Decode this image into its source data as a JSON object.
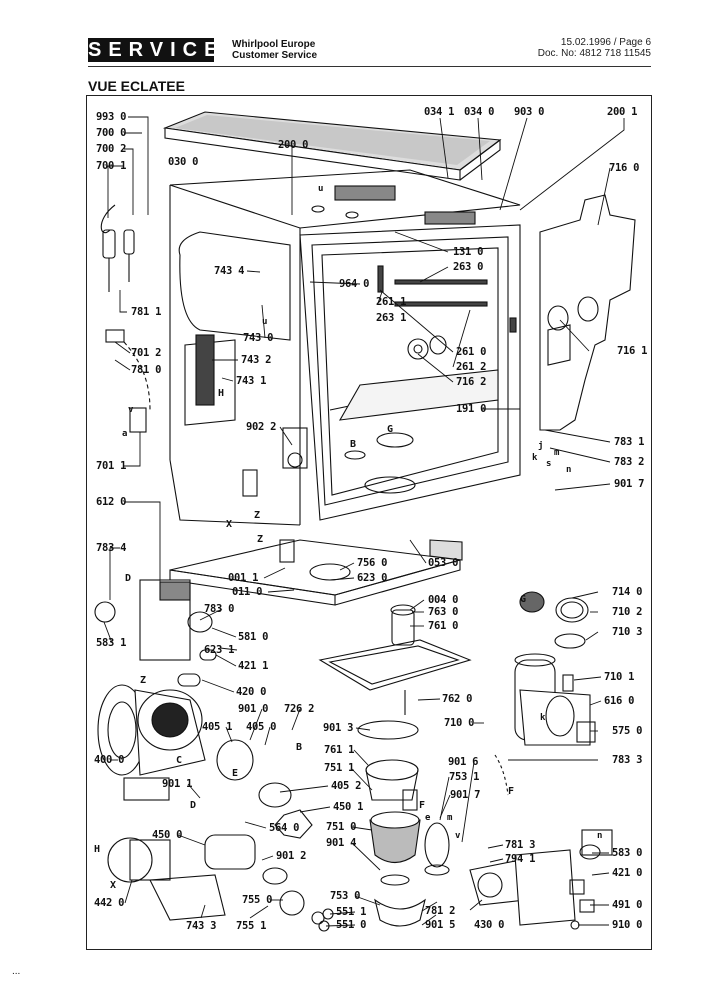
{
  "header": {
    "badge": "SERVICE",
    "company_line1": "Whirlpool Europe",
    "company_line2": "Customer Service",
    "date_page": "15.02.1996 / Page 6",
    "doc_no": "Doc. No: 4812 718 11545"
  },
  "section_title": "VUE ECLATEE",
  "labels": {
    "l993_0": "993 0",
    "l700_0": "700 0",
    "l700_2": "700 2",
    "l700_1": "700 1",
    "l030_0": "030 0",
    "l200_0": "200 0",
    "l034_1": "034 1",
    "l034_0": "034 0",
    "l903_0": "903 0",
    "l200_1": "200 1",
    "l716_0": "716 0",
    "l131_0": "131 0",
    "l263_0": "263 0",
    "l743_4": "743 4",
    "l964_0": "964 0",
    "l261_1": "261 1",
    "l263_1": "263 1",
    "l781_1": "781 1",
    "l743_0": "743 0",
    "l261_0": "261 0",
    "l261_2": "261 2",
    "l716_2": "716 2",
    "l716_1": "716 1",
    "l701_2": "701 2",
    "l781_0": "781 0",
    "l743_2": "743 2",
    "l743_1": "743 1",
    "l191_0": "191 0",
    "l902_2": "902 2",
    "l783_1": "783 1",
    "l783_2": "783 2",
    "l901_7a": "901 7",
    "l701_1": "701 1",
    "l612_0": "612 0",
    "l783_4": "783 4",
    "l756_0": "756 0",
    "l053_0": "053 0",
    "l623_0": "623 0",
    "l001_1": "001 1",
    "l011_0": "011 0",
    "l004_0": "004 0",
    "l763_0": "763 0",
    "l761_0": "761 0",
    "l714_0": "714 0",
    "l710_2": "710 2",
    "l710_3": "710 3",
    "l583_1": "583 1",
    "l783_0": "783 0",
    "l581_0": "581 0",
    "l623_1": "623 1",
    "l421_1": "421 1",
    "l710_1": "710 1",
    "l420_0": "420 0",
    "l616_0": "616 0",
    "l901_0": "901 0",
    "l726_2": "726 2",
    "l762_0": "762 0",
    "l405_1": "405 1",
    "l405_0": "405 0",
    "l901_3": "901 3",
    "l710_0": "710 0",
    "l575_0": "575 0",
    "l400_0": "400 0",
    "l761_1": "761 1",
    "l751_1": "751 1",
    "l901_6": "901 6",
    "l783_3": "783 3",
    "l901_1": "901 1",
    "l405_2": "405 2",
    "l753_1": "753 1",
    "l450_1": "450 1",
    "l901_7b": "901 7",
    "l564_0": "564 0",
    "l450_0": "450 0",
    "l751_0": "751 0",
    "l781_3": "781 3",
    "l901_2": "901 2",
    "l901_4": "901 4",
    "l794_1": "794 1",
    "l583_0": "583 0",
    "l421_0": "421 0",
    "l442_0": "442 0",
    "l755_0": "755 0",
    "l753_0": "753 0",
    "l551_1": "551 1",
    "l551_0": "551 0",
    "l781_2": "781 2",
    "l491_0": "491 0",
    "l743_3": "743 3",
    "l755_1": "755 1",
    "l901_5": "901 5",
    "l430_0": "430 0",
    "l910_0": "910 0"
  },
  "letters": {
    "u1": "u",
    "u2": "u",
    "v": "v",
    "a": "a",
    "H1": "H",
    "H2": "H",
    "B1": "B",
    "B2": "B",
    "G1": "G",
    "G2": "G",
    "D1": "D",
    "D2": "D",
    "Z1": "Z",
    "Z2": "Z",
    "Z3": "Z",
    "X1": "X",
    "X2": "X",
    "C": "C",
    "E": "E",
    "F1": "F",
    "F2": "F",
    "e": "e",
    "m1": "m",
    "m2": "m",
    "k1": "k",
    "k2": "k",
    "s": "s",
    "n1": "n",
    "n2": "n",
    "j": "j",
    "v2": "v"
  },
  "footer_mark": "..."
}
